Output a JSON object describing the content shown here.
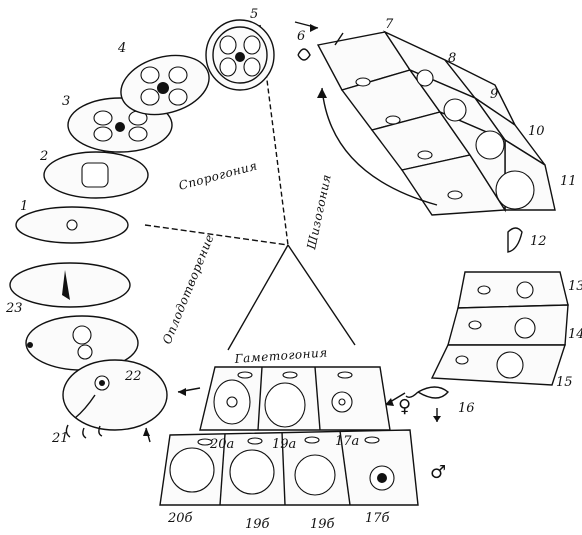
{
  "phases": {
    "sporogony": "Спорогония",
    "schizogony": "Шизогония",
    "gametogony": "Гаметогония",
    "fertilization": "Оплодотворение"
  },
  "stage_numbers": {
    "n1": "1",
    "n2": "2",
    "n3": "3",
    "n4": "4",
    "n5": "5",
    "n6": "6",
    "n7": "7",
    "n8": "8",
    "n9": "9",
    "n10": "10",
    "n11": "11",
    "n12": "12",
    "n13": "13",
    "n14": "14",
    "n15": "15",
    "n16": "16",
    "n17a": "17а",
    "n19a": "19а",
    "n20a": "20а",
    "n17b": "17б",
    "n19b": "19б",
    "n19b2": "19б",
    "n20b": "20б",
    "n21": "21",
    "n22": "22",
    "n23": "23"
  },
  "symbols": {
    "female": "♀",
    "male": "♂"
  }
}
